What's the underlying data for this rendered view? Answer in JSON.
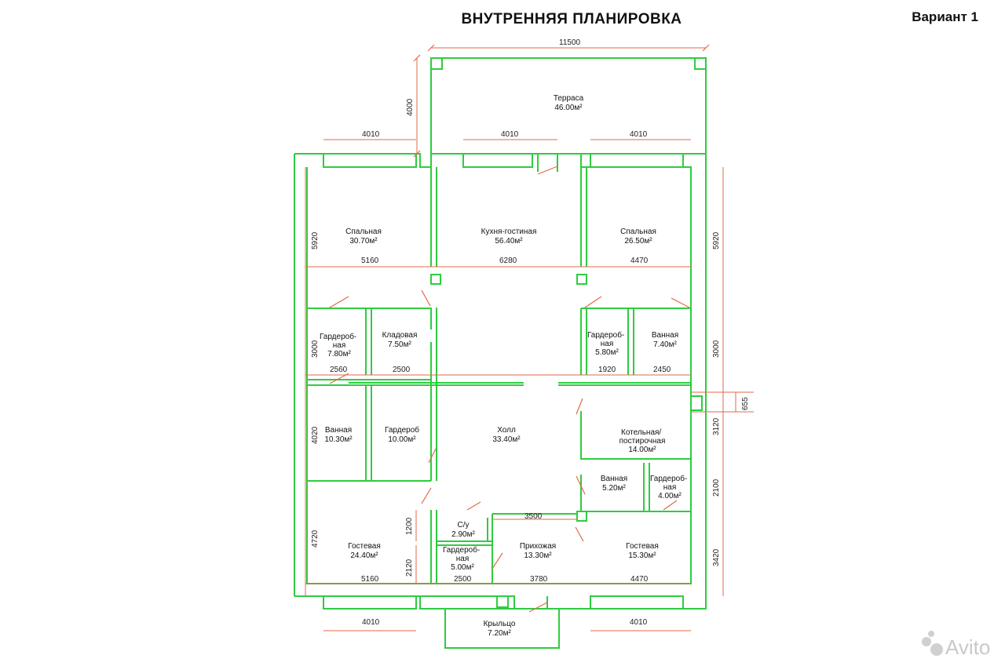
{
  "header": {
    "title": "ВНУТРЕННЯЯ ПЛАНИРОВКА",
    "variant": "Вариант 1"
  },
  "rooms": [
    {
      "name": "Терраса",
      "area": "46.00м²"
    },
    {
      "name": "Спальная",
      "area": "30.70м²"
    },
    {
      "name": "Кухня-гостиная",
      "area": "56.40м²"
    },
    {
      "name": "Спальная",
      "area": "26.50м²"
    },
    {
      "name": "Гардероб-\nная",
      "area": "7.80м²"
    },
    {
      "name": "Кладовая",
      "area": "7.50м²"
    },
    {
      "name": "Гардероб-\nная",
      "area": "5.80м²"
    },
    {
      "name": "Ванная",
      "area": "7.40м²"
    },
    {
      "name": "Ванная",
      "area": "10.30м²"
    },
    {
      "name": "Гардероб",
      "area": "10.00м²"
    },
    {
      "name": "Холл",
      "area": "33.40м²"
    },
    {
      "name": "Котельная/\nпостирочная",
      "area": "14.00м²"
    },
    {
      "name": "Ванная",
      "area": "5.20м²"
    },
    {
      "name": "Гардероб-\nная",
      "area": "4.00м²"
    },
    {
      "name": "С/у",
      "area": "2.90м²"
    },
    {
      "name": "Гостевая",
      "area": "24.40м²"
    },
    {
      "name": "Гардероб-\nная",
      "area": "5.00м²"
    },
    {
      "name": "Прихожая",
      "area": "13.30м²"
    },
    {
      "name": "Гостевая",
      "area": "15.30м²"
    },
    {
      "name": "Крыльцо",
      "area": "7.20м²"
    }
  ],
  "dimensions": {
    "top_total": "11500",
    "terrace_depth": "4000",
    "window_left": "4010",
    "window_center": "4010",
    "window_right": "4010",
    "left_top": "5920",
    "right_top": "5920",
    "row1_left": "5160",
    "row1_center": "6280",
    "row1_right": "4470",
    "left_mid": "3000",
    "right_mid": "3000",
    "row2_a": "2560",
    "row2_b": "2500",
    "row2_c": "1920",
    "row2_d": "2450",
    "left_lower": "4020",
    "right_boiler": "3120",
    "step": "655",
    "right_bath": "2100",
    "hall_width": "3500",
    "wc_height": "1200",
    "left_bottom": "4720",
    "right_bottom": "3420",
    "wardrobe_height": "2120",
    "row3_a": "5160",
    "row3_b": "2500",
    "row3_c": "3780",
    "row3_d": "4470",
    "bottom_left_window": "4010",
    "bottom_right_window": "4010"
  },
  "watermark": "Avito"
}
